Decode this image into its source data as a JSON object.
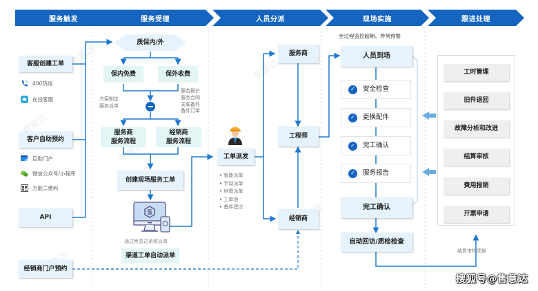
{
  "phases": [
    {
      "label": "服务触发"
    },
    {
      "label": "服务受理"
    },
    {
      "label": "人员分派"
    },
    {
      "label": "现场实施"
    },
    {
      "label": "跟进处理"
    }
  ],
  "colors": {
    "phase": "#1565c0",
    "line": "#1e7ad0",
    "box": "#e6f3fc",
    "box_mint": "#e3f5f4",
    "check": "#1565c0",
    "arrow_light": "#6aaee0"
  },
  "trigger": {
    "service_create": "客服创建工单",
    "service_create_channels": [
      {
        "icon": "phone-icon",
        "label": "400热线"
      },
      {
        "icon": "chat-icon",
        "label": "在线客服"
      }
    ],
    "self_booking": "客户自助预约",
    "self_booking_channels": [
      {
        "icon": "portal-icon",
        "label": "自助门户"
      },
      {
        "icon": "wechat-icon",
        "label": "微信公众号/小程序"
      },
      {
        "icon": "qrcode-icon",
        "label": "万能二维码"
      }
    ],
    "api": "API",
    "dealer_booking": "经销商门户预约"
  },
  "acceptance": {
    "warranty": "质保内/外",
    "in_warranty": "保内免费",
    "out_warranty": "保外收费",
    "left_note": [
      "方案制定",
      "服务派单"
    ],
    "right_note": [
      "服务报价",
      "服务合同",
      "关联备件",
      "备件订单"
    ],
    "provider_flow": [
      "服务商",
      "服务流程"
    ],
    "dealer_flow": [
      "经销商",
      "服务流程"
    ],
    "create_order": "创建现场服务工单",
    "system_caption": "通过售意达系统派单",
    "channel_dispatch": "渠道工单自动派单"
  },
  "dispatch": {
    "order_dispatch": "工单派发",
    "methods": [
      "智能派单",
      "手动派单",
      "地图派单",
      "工单池",
      "备件建议"
    ],
    "provider": "服务商",
    "engineer": "工程师",
    "dealer": "经销商"
  },
  "onsite": {
    "monitor_note": "全过程监控超期、异常预警",
    "arrival": "人员到场",
    "steps": [
      "安全检查",
      "更换配件",
      "完工确认",
      "服务报告"
    ],
    "completion": "完工确认",
    "revisit": "自动回访/质检检查"
  },
  "followup": {
    "items": [
      "工时管理",
      "旧件退回",
      "故障分析和改进",
      "结算审核",
      "费用报销",
      "开票申请"
    ],
    "basis_caption": "结算审核凭据"
  },
  "watermark": "售意达",
  "footer": "搜狐号@售意达"
}
